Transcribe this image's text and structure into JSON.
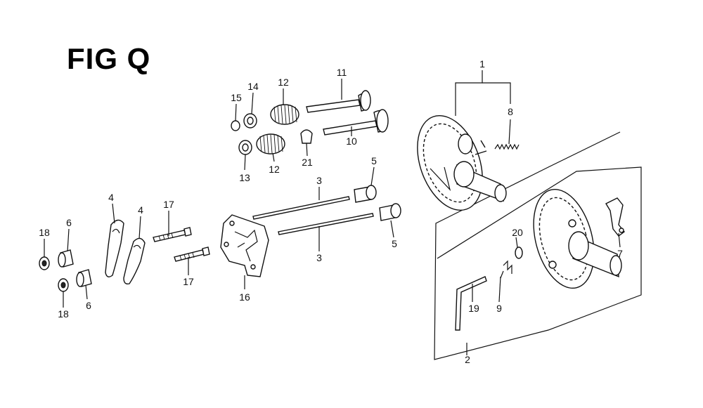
{
  "figure": {
    "title": "FIG Q"
  },
  "callouts": [
    {
      "id": "c1",
      "text": "1"
    },
    {
      "id": "c2",
      "text": "2"
    },
    {
      "id": "c3a",
      "text": "3"
    },
    {
      "id": "c3b",
      "text": "3"
    },
    {
      "id": "c4a",
      "text": "4"
    },
    {
      "id": "c4b",
      "text": "4"
    },
    {
      "id": "c5a",
      "text": "5"
    },
    {
      "id": "c5b",
      "text": "5"
    },
    {
      "id": "c6a",
      "text": "6"
    },
    {
      "id": "c6b",
      "text": "6"
    },
    {
      "id": "c7",
      "text": "7"
    },
    {
      "id": "c8",
      "text": "8"
    },
    {
      "id": "c9",
      "text": "9"
    },
    {
      "id": "c10",
      "text": "10"
    },
    {
      "id": "c11",
      "text": "11"
    },
    {
      "id": "c12a",
      "text": "12"
    },
    {
      "id": "c12b",
      "text": "12"
    },
    {
      "id": "c13",
      "text": "13"
    },
    {
      "id": "c14",
      "text": "14"
    },
    {
      "id": "c15",
      "text": "15"
    },
    {
      "id": "c16",
      "text": "16"
    },
    {
      "id": "c17a",
      "text": "17"
    },
    {
      "id": "c17b",
      "text": "17"
    },
    {
      "id": "c18a",
      "text": "18"
    },
    {
      "id": "c18b",
      "text": "18"
    },
    {
      "id": "c19",
      "text": "19"
    },
    {
      "id": "c20",
      "text": "20"
    },
    {
      "id": "c21",
      "text": "21"
    }
  ]
}
